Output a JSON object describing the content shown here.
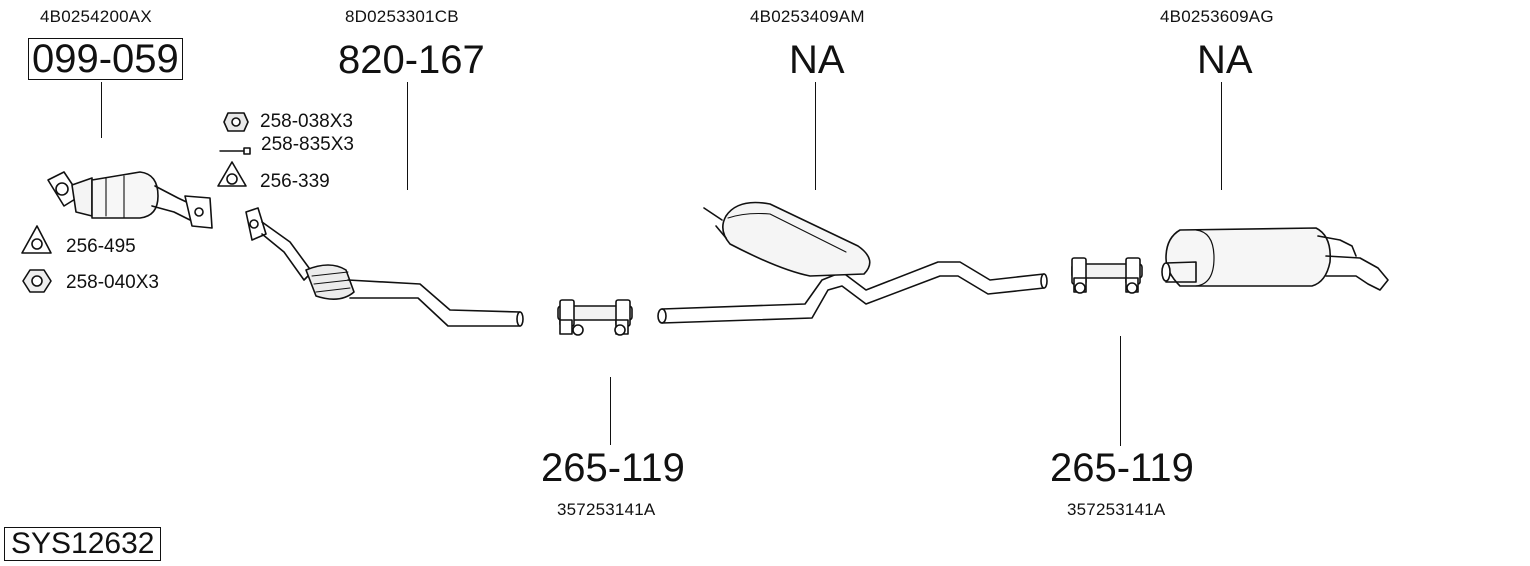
{
  "sections": [
    {
      "oem": "4B0254200AX",
      "part": "099-059"
    },
    {
      "oem": "8D0253301CB",
      "part": "820-167"
    },
    {
      "oem": "4B0253409AM",
      "part": "NA"
    },
    {
      "oem": "4B0253609AG",
      "part": "NA"
    }
  ],
  "clamps": [
    {
      "part": "265-119",
      "oem": "357253141A"
    },
    {
      "part": "265-119",
      "oem": "357253141A"
    }
  ],
  "hardware": {
    "nut": "258-038X3",
    "bolt": "258-835X3",
    "gasket_front": "256-339",
    "gasket_cat": "256-495",
    "hex_nut": "258-040X3"
  },
  "system_code": "SYS12632"
}
